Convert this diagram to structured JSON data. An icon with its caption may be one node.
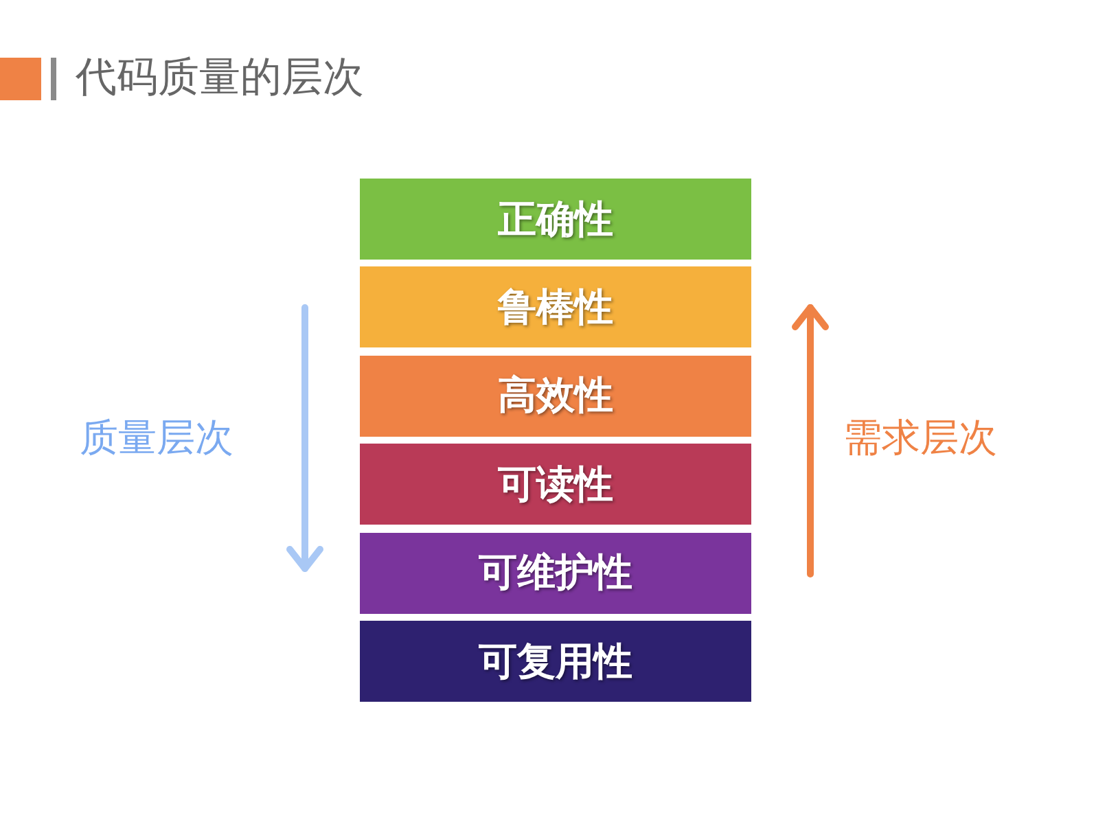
{
  "diagram": {
    "title": "代码质量的层次",
    "nodes": [
      {
        "text": [
          "正确性"
        ]
      },
      {
        "text": [
          "鲁棒性"
        ]
      },
      {
        "text": [
          "高效性"
        ]
      },
      {
        "text": [
          "可读性"
        ]
      },
      {
        "text": [
          "可维护性"
        ]
      },
      {
        "text": [
          "可复用性"
        ]
      }
    ],
    "labels": [
      "质量层次",
      "需求层次"
    ]
  }
}
